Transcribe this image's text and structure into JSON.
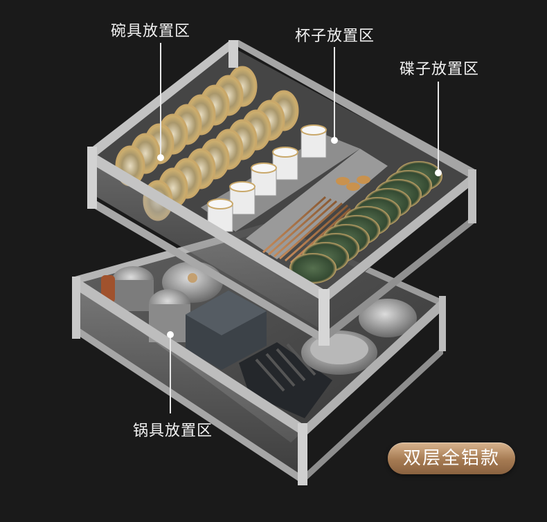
{
  "labels": {
    "bowl_zone": "碗具放置区",
    "cup_zone": "杯子放置区",
    "plate_zone": "碟子放置区",
    "pot_zone": "锅具放置区"
  },
  "badge": {
    "text": "双层全铝款"
  },
  "colors": {
    "background": "#1a1a1a",
    "frame": "#9a9a9a",
    "bowl": "#6b7a4a",
    "bowl_rim": "#c9a86a",
    "plate": "#3e5a3e",
    "plate_rim": "#c9a86a",
    "cup_pattern": "#8a8a8a",
    "badge": "#b58a60"
  }
}
